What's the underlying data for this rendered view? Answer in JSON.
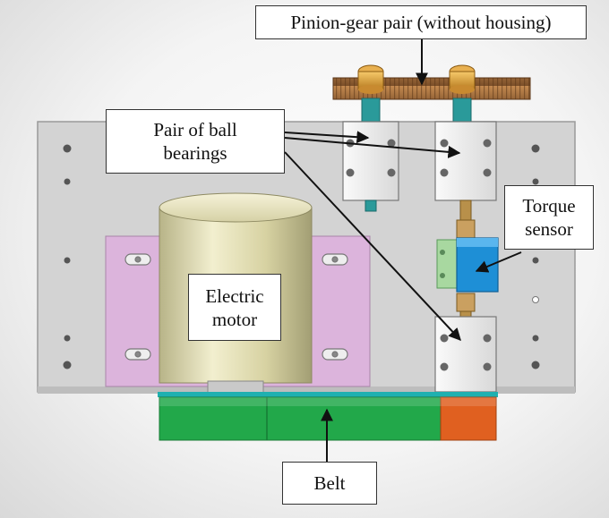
{
  "labels": {
    "pinion_gear": "Pinion-gear pair (without housing)",
    "ball_bearings_line1": "Pair of ball",
    "ball_bearings_line2": "bearings",
    "torque_line1": "Torque",
    "torque_line2": "sensor",
    "motor_line1": "Electric",
    "motor_line2": "motor",
    "belt": "Belt"
  },
  "colors": {
    "plate": "#d4d4d4",
    "plate_edge": "#9a9a9a",
    "motor_mount": "#dcb6dc",
    "motor_body": "#d8d4a4",
    "gear": "#9c6a3a",
    "bearing_block": "#eeeeee",
    "torque_sensor": "#1e8fd6",
    "sensor_bracket": "#a8d8a0",
    "belt_green": "#22a84a",
    "belt_orange": "#e06020",
    "shaft_teal": "#2a9a9a"
  }
}
